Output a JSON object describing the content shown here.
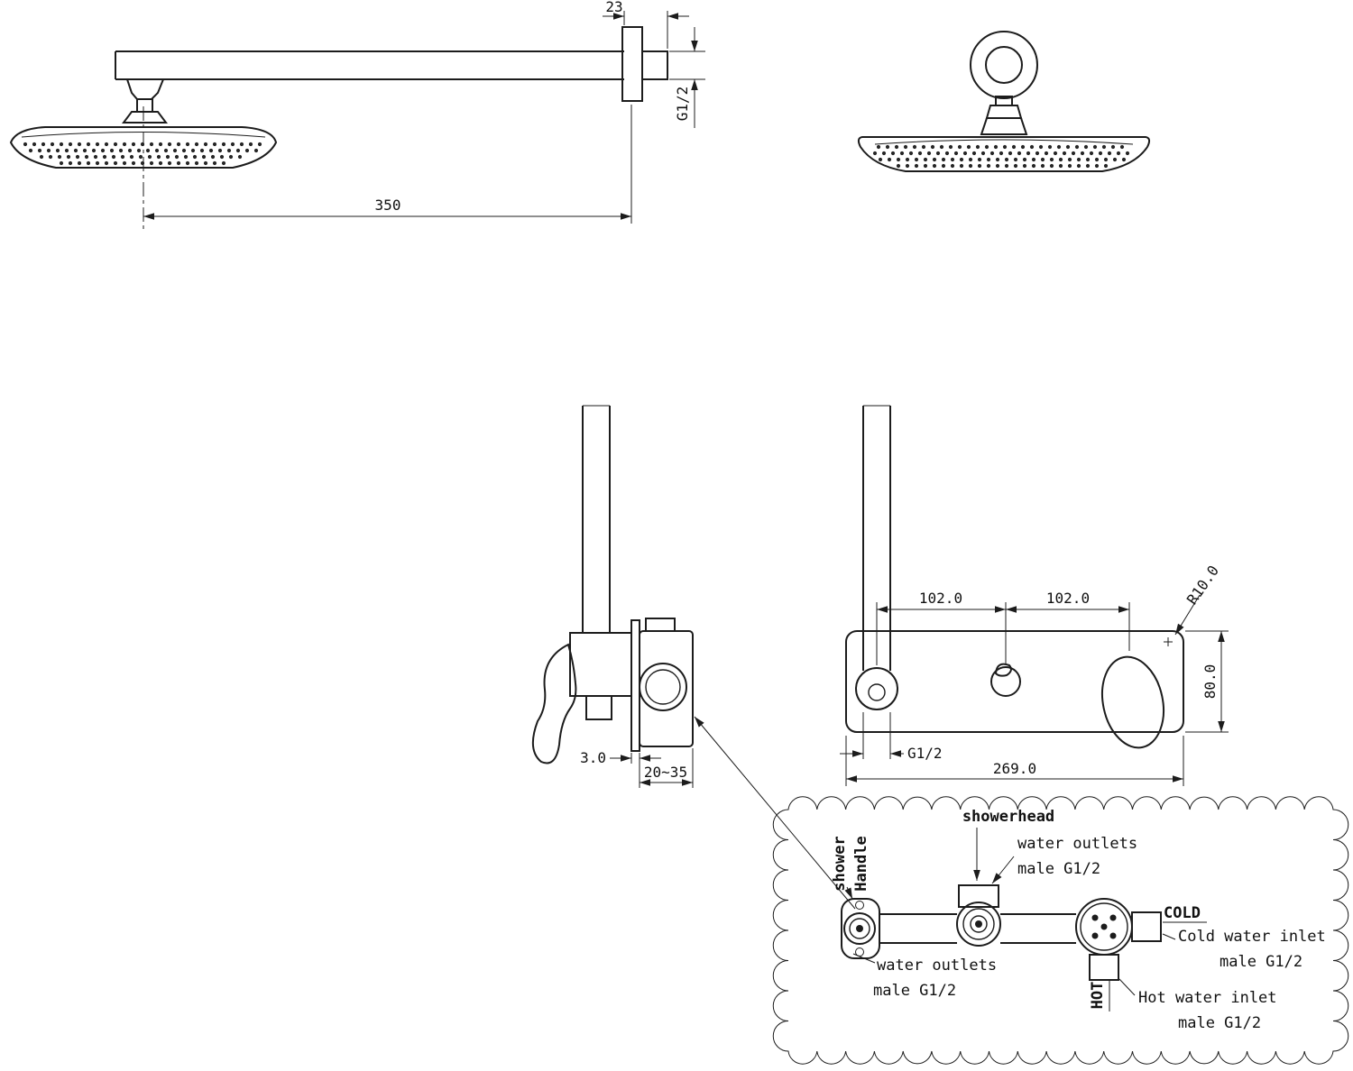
{
  "views": {
    "arm_side": {
      "dim_offset": "23",
      "thread": "G1/2",
      "dim_length": "350"
    },
    "valve_side": {
      "dim_plate_thickness": "3.0",
      "dim_mount_depth": "20~35"
    },
    "plate_front": {
      "dim_spacing_left": "102.0",
      "dim_spacing_right": "102.0",
      "corner_radius": "R10.0",
      "dim_height": "80.0",
      "thread": "G1/2",
      "dim_width": "269.0"
    }
  },
  "callout": {
    "showerhead_label": "showerhead",
    "top_outlet_line1": "water outlets",
    "top_outlet_line2": "male G1/2",
    "handle_word1": "Handle",
    "handle_word2": "shower",
    "cold_label": "COLD",
    "cold_inlet_line1": "Cold water inlet",
    "cold_inlet_line2": "male G1/2",
    "bottom_outlet_line1": "water outlets",
    "bottom_outlet_line2": "male G1/2",
    "hot_label": "HOT",
    "hot_inlet_line1": "Hot water inlet",
    "hot_inlet_line2": "male G1/2"
  }
}
